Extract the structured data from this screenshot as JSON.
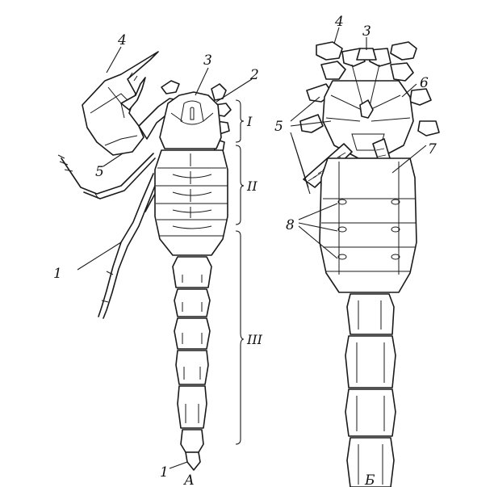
{
  "figure": {
    "panel_captions": [
      "А",
      "Б"
    ],
    "part_labels": {
      "n1": "1",
      "n1b": "1",
      "n2": "2",
      "n3a": "3",
      "n3b": "3",
      "n4a": "4",
      "n4b": "4",
      "n5a": "5",
      "n5b": "5",
      "n6": "6",
      "n7": "7",
      "n8": "8"
    },
    "section_labels": [
      "I",
      "II",
      "III"
    ]
  }
}
